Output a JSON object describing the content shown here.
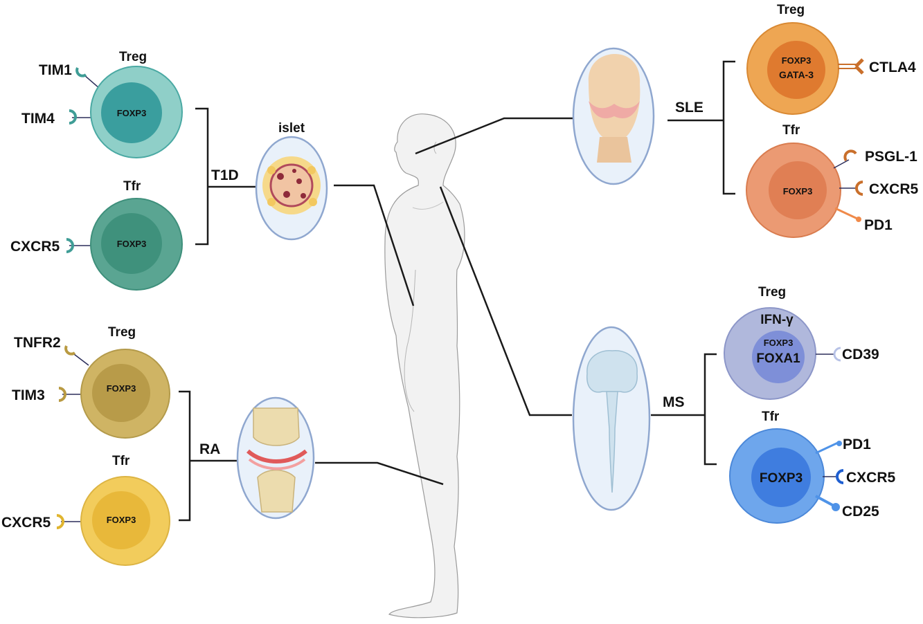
{
  "diseases": {
    "t1d": {
      "label": "T1D",
      "organ_label": "islet",
      "treg": {
        "title": "Treg",
        "nucleus": "FOXP3",
        "markers": [
          "TIM1",
          "TIM4"
        ],
        "color": "#8fcfc8"
      },
      "tfr": {
        "title": "Tfr",
        "nucleus": "FOXP3",
        "markers": [
          "CXCR5"
        ],
        "color": "#5aa592"
      }
    },
    "ra": {
      "label": "RA",
      "treg": {
        "title": "Treg",
        "nucleus": "FOXP3",
        "markers": [
          "TNFR2",
          "TIM3"
        ],
        "color": "#cfb464"
      },
      "tfr": {
        "title": "Tfr",
        "nucleus": "FOXP3",
        "markers": [
          "CXCR5"
        ],
        "color": "#f2cc5c"
      }
    },
    "sle": {
      "label": "SLE",
      "treg": {
        "title": "Treg",
        "nucleus_line1": "FOXP3",
        "nucleus_line2": "GATA-3",
        "markers": [
          "CTLA4"
        ],
        "color": "#eea653"
      },
      "tfr": {
        "title": "Tfr",
        "nucleus": "FOXP3",
        "markers": [
          "PSGL-1",
          "CXCR5",
          "PD1"
        ],
        "color": "#eb9a73"
      }
    },
    "ms": {
      "label": "MS",
      "treg": {
        "title": "Treg",
        "cytokine": "IFN-γ",
        "nucleus_line1": "FOXP3",
        "nucleus_line2": "FOXA1",
        "markers": [
          "CD39"
        ],
        "color": "#b0b8dc"
      },
      "tfr": {
        "title": "Tfr",
        "nucleus": "FOXP3",
        "markers": [
          "PD1",
          "CXCR5",
          "CD25"
        ],
        "color": "#6ea6ec"
      }
    }
  }
}
